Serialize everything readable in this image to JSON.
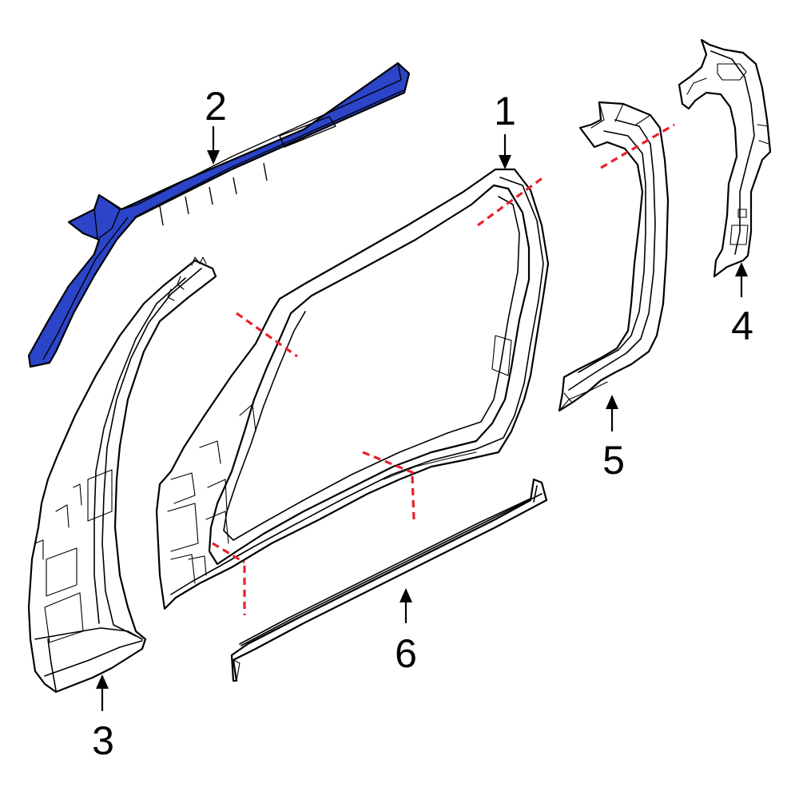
{
  "diagram": {
    "colors": {
      "highlight": "#2b44c8",
      "cut_line": "#e8212b",
      "line": "#000000",
      "background": "#ffffff"
    },
    "callouts": [
      {
        "id": "1",
        "label": "1"
      },
      {
        "id": "2",
        "label": "2"
      },
      {
        "id": "3",
        "label": "3"
      },
      {
        "id": "4",
        "label": "4"
      },
      {
        "id": "5",
        "label": "5"
      },
      {
        "id": "6",
        "label": "6"
      }
    ],
    "highlighted_part": "2"
  }
}
